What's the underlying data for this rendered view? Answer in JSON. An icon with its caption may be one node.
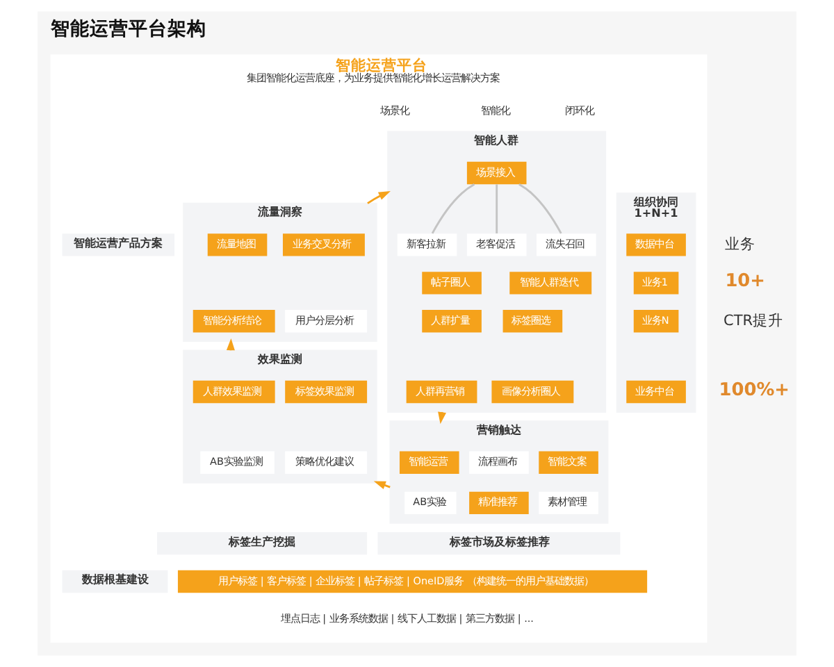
{
  "diagram": {
    "title": "智能运营平台架构",
    "nodes": [
      {
        "text": [
          "智能运营平台",
          "集团智能化运营底座，为业务提供智能化增长运营解决方案"
        ]
      },
      {
        "text": [
          "智能运营产品方案"
        ],
        "in": 0
      },
      {
        "text": [
          "流量洞察"
        ],
        "in": 0
      },
      {
        "text": [
          "流量地图"
        ],
        "in": 2
      },
      {
        "text": [
          "业务交叉分析"
        ],
        "in": 2
      },
      {
        "text": [
          "智能分析结论"
        ],
        "in": 2
      },
      {
        "text": [
          "用户分层分析"
        ],
        "in": 2
      },
      {
        "text": [
          "智能人群"
        ],
        "in": 0
      },
      {
        "text": [
          "场景接入"
        ],
        "in": 7
      },
      {
        "text": [
          "新客拉新"
        ],
        "in": 7
      },
      {
        "text": [
          "老客促活"
        ],
        "in": 7
      },
      {
        "text": [
          "流失召回"
        ],
        "in": 7
      },
      {
        "text": [
          "帖子圈人"
        ],
        "in": 7
      },
      {
        "text": [
          "智能人群迭代"
        ],
        "in": 7
      },
      {
        "text": [
          "人群扩量"
        ],
        "in": 7
      },
      {
        "text": [
          "标签圈选"
        ],
        "in": 7
      },
      {
        "text": [
          "人群再营销"
        ],
        "in": 7
      },
      {
        "text": [
          "画像分析圈人"
        ],
        "in": 7
      },
      {
        "text": [
          "效果监测"
        ],
        "in": 0
      },
      {
        "text": [
          "人群效果监测"
        ],
        "in": 18
      },
      {
        "text": [
          "标签效果监测"
        ],
        "in": 18
      },
      {
        "text": [
          "AB实验监测"
        ],
        "in": 18
      },
      {
        "text": [
          "策略优化建议"
        ],
        "in": 18
      },
      {
        "text": [
          "营销触达"
        ],
        "in": 0
      },
      {
        "text": [
          "智能运营"
        ],
        "in": 23
      },
      {
        "text": [
          "流程画布"
        ],
        "in": 23
      },
      {
        "text": [
          "智能文案"
        ],
        "in": 23
      },
      {
        "text": [
          "AB实验"
        ],
        "in": 23
      },
      {
        "text": [
          "精准推荐"
        ],
        "in": 23
      },
      {
        "text": [
          "素材管理"
        ],
        "in": 23
      },
      {
        "text": [
          "组织协同",
          "1+N+1"
        ],
        "in": 0
      },
      {
        "text": [
          "数据中台"
        ],
        "in": 30
      },
      {
        "text": [
          "业务1"
        ],
        "in": 30
      },
      {
        "text": [
          "业务N"
        ],
        "in": 30
      },
      {
        "text": [
          "业务中台"
        ],
        "in": 30
      },
      {
        "text": [
          "数据根基建设"
        ],
        "in": 0
      },
      {
        "text": [
          "标签生产挖掘"
        ],
        "in": 0
      },
      {
        "text": [
          "标签市场及标签推荐"
        ],
        "in": 0
      },
      {
        "text": [
          "用户标签 | 客户标签 | 企业标签 | 帖子标签 | OneID服务 （构建统一的用户基础数据）"
        ],
        "in": 0
      },
      {
        "text": [
          "埋点日志 | 业务系统数据 | 线下人工数据 | 第三方数据 | ..."
        ],
        "in": 0
      }
    ],
    "edges": [
      {
        "from": 2,
        "to": 7,
        "arrow": "to"
      },
      {
        "from": 7,
        "to": 23,
        "arrow": "to"
      },
      {
        "from": 23,
        "to": 18,
        "arrow": "to"
      },
      {
        "from": 18,
        "to": 2,
        "arrow": "to"
      },
      {
        "from": 8,
        "to": 9,
        "arrow": "none",
        "color": "#c4c4c4"
      },
      {
        "from": 8,
        "to": 10,
        "arrow": "none",
        "color": "#c4c4c4"
      },
      {
        "from": 8,
        "to": 11,
        "arrow": "none",
        "color": "#c4c4c4"
      }
    ],
    "labels": [
      "场景化",
      "智能化",
      "闭环化",
      "业务",
      "10+",
      "CTR提升",
      "100%+"
    ]
  }
}
